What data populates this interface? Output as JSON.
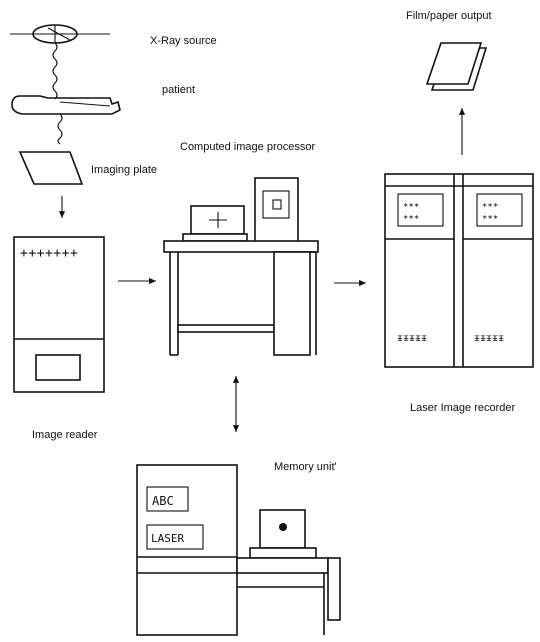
{
  "labels": {
    "xray_source": "X-Ray source",
    "patient": "patient",
    "imaging_plate": "Imaging  plate",
    "image_reader": "Image reader",
    "computed_image_processor": "Computed image processor",
    "film_output": "Film/paper output",
    "laser_image_recorder": "Laser Image recorder",
    "memory_unit": "Memory unit'"
  },
  "reader": {
    "top_marks": "+++++++"
  },
  "recorder": {
    "panel_marks": "∗∗∗",
    "bottom_marks": "ᵻᵻᵻᵻᵻ"
  },
  "memory": {
    "display_line1": "ABC",
    "display_line2": "LASER"
  }
}
